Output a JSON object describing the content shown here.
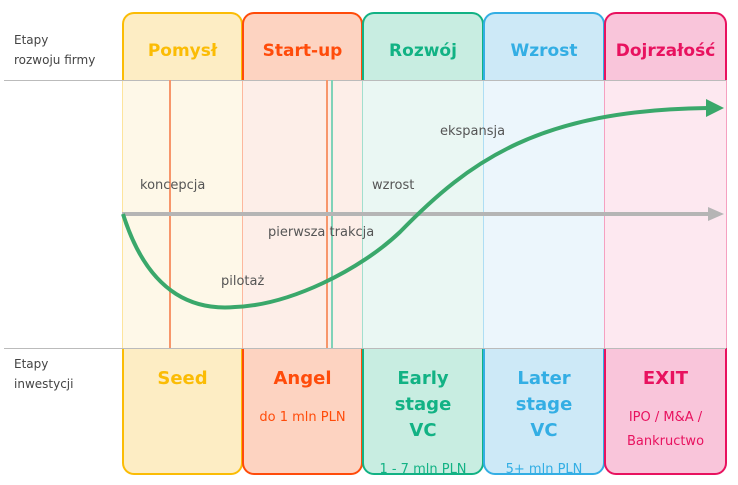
{
  "row_labels": {
    "company_stages": [
      "Etapy",
      "rozwoju firmy"
    ],
    "investment_stages": [
      "Etapy",
      "inwestycji"
    ]
  },
  "columns": [
    {
      "stage": "Pomysł",
      "investment": "Seed",
      "amount": "",
      "color": "#fbbc05",
      "fill": "#fdedc4",
      "light": "#fef8e8"
    },
    {
      "stage": "Start-up",
      "investment": "Angel",
      "amount": "do 1 mln PLN",
      "color": "#ff4b0a",
      "fill": "#fdd3c1",
      "light": "#fdeee8"
    },
    {
      "stage": "Rozwój",
      "investment": "Early stage VC",
      "amount": "1 - 7 mln PLN",
      "color": "#12b284",
      "fill": "#c8ede1",
      "light": "#eaf7f3"
    },
    {
      "stage": "Wzrost",
      "investment": "Later stage VC",
      "amount": "5+ mln PLN",
      "color": "#33aee4",
      "fill": "#cde9f7",
      "light": "#ecf6fc"
    },
    {
      "stage": "Dojrzałość",
      "investment": "EXIT",
      "amount": "IPO / M&A / Bankructwo",
      "color": "#e8125f",
      "fill": "#f9c5da",
      "light": "#fde8f0"
    }
  ],
  "curve_labels": {
    "koncepcja": "koncepcja",
    "pilotaz": "pilotaż",
    "trakcja": "pierwsza trakcja",
    "wzrost": "wzrost",
    "ekspansja": "ekspansja"
  },
  "colors": {
    "curve": "#3aa86b",
    "axis": "#b5b5b5"
  }
}
